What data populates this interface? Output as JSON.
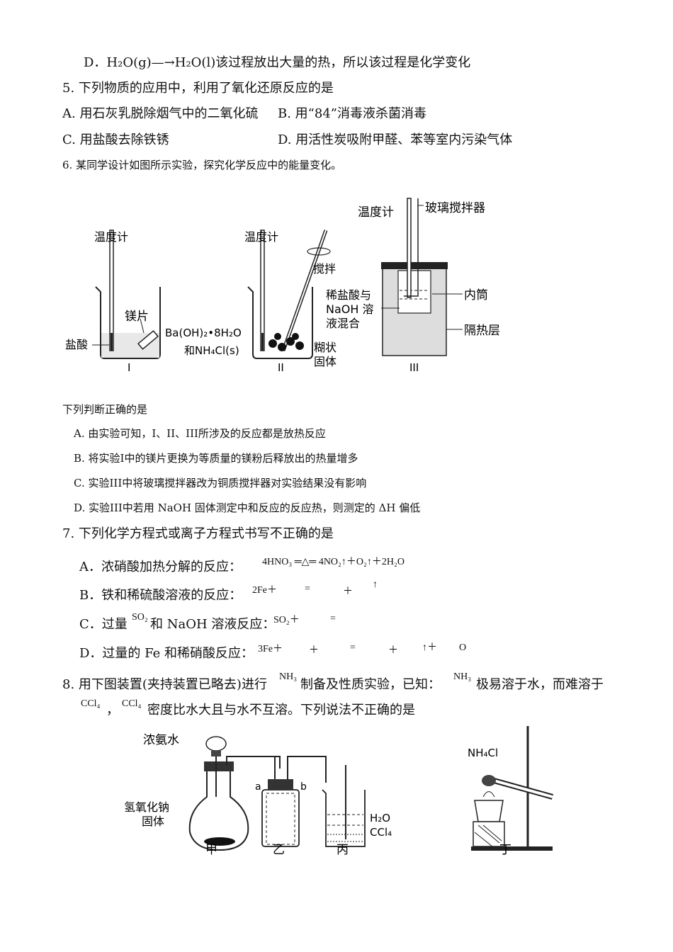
{
  "q4": {
    "opt_d": "D．H₂O(g)—→H₂O(l)该过程放出大量的热，所以该过程是化学变化"
  },
  "q5": {
    "stem": "5. 下列物质的应用中，利用了氧化还原反应的是",
    "a": "A. 用石灰乳脱除烟气中的二氧化硫",
    "b": "B. 用“84”消毒液杀菌消毒",
    "c": "C. 用盐酸去除铁锈",
    "d": "D. 用活性炭吸附甲醛、苯等室内污染气体"
  },
  "q6": {
    "stem": "6. 某同学设计如图所示实验，探究化学反应中的能量变化。",
    "fig": {
      "thermometer_1": "温度计",
      "mg": "镁片",
      "hcl": "盐酸",
      "label_1": "I",
      "thermometer_2": "温度计",
      "stir": "搅拌",
      "reagent_1": "Ba(OH)₂•8H₂O",
      "reagent_2": "和NH₄Cl(s)",
      "paste_1": "糊状",
      "paste_2": "固体",
      "label_2": "II",
      "thermometer_3": "温度计",
      "glass_stirrer": "玻璃搅拌器",
      "mix_1": "稀盐酸与",
      "mix_2": "NaOH 溶",
      "mix_3": "液混合",
      "inner": "内筒",
      "insulation": "隔热层",
      "label_3": "III"
    },
    "judge": "下列判断正确的是",
    "a": "A. 由实验可知，I、II、III所涉及的反应都是放热反应",
    "b": "B. 将实验I中的镁片更换为等质量的镁粉后释放出的热量增多",
    "c": "C. 实验III中将玻璃搅拌器改为铜质搅拌器对实验结果没有影响",
    "d": "D. 实验III中若用 NaOH 固体测定中和反应的反应热，则测定的 ΔH 偏低"
  },
  "q7": {
    "stem": "7. 下列化学方程式或离子方程式书写不正确的是",
    "a": "A．浓硝酸加热分解的反应：",
    "a_eq": "4HNO₃ ═△═ 4NO₂↑＋O₂↑＋2H₂O",
    "b": "B．铁和稀硫酸溶液的反应：",
    "b_eq_1": "2Fe＋",
    "b_eq_2": "=",
    "b_eq_3": "＋",
    "b_eq_4": "↑",
    "c_1": "C．过量",
    "c_2": "和 NaOH 溶液反应：",
    "c_so2": "SO₂",
    "c_eq_1": "SO₂＋",
    "c_eq_2": "=",
    "d": "D．过量的 Fe 和稀硝酸反应：",
    "d_eq_1": "3Fe＋",
    "d_eq_2": "＋",
    "d_eq_3": "=",
    "d_eq_4": "＋",
    "d_eq_5": "↑＋",
    "d_eq_6": "O"
  },
  "q8": {
    "stem_1": "8. 用下图装置(夹持装置已略去)进行",
    "nh3": "NH₃",
    "stem_2": "制备及性质实验，已知：",
    "stem_3": "极易溶于水，而难溶于",
    "ccl4_1": "CCl₄",
    "ccl4_2": "CCl₄",
    "stem_4": "密度比水大且与水不互溶。下列说法不正确的是",
    "fig": {
      "ammonia": "浓氨水",
      "naoh_1": "氢氧化钠",
      "naoh_2": "固体",
      "a": "a",
      "b": "b",
      "h2o": "H₂O",
      "ccl4": "CCl₄",
      "nh4cl": "NH₄Cl",
      "jia": "甲",
      "yi": "乙",
      "bing": "丙",
      "ding": "丁"
    }
  }
}
